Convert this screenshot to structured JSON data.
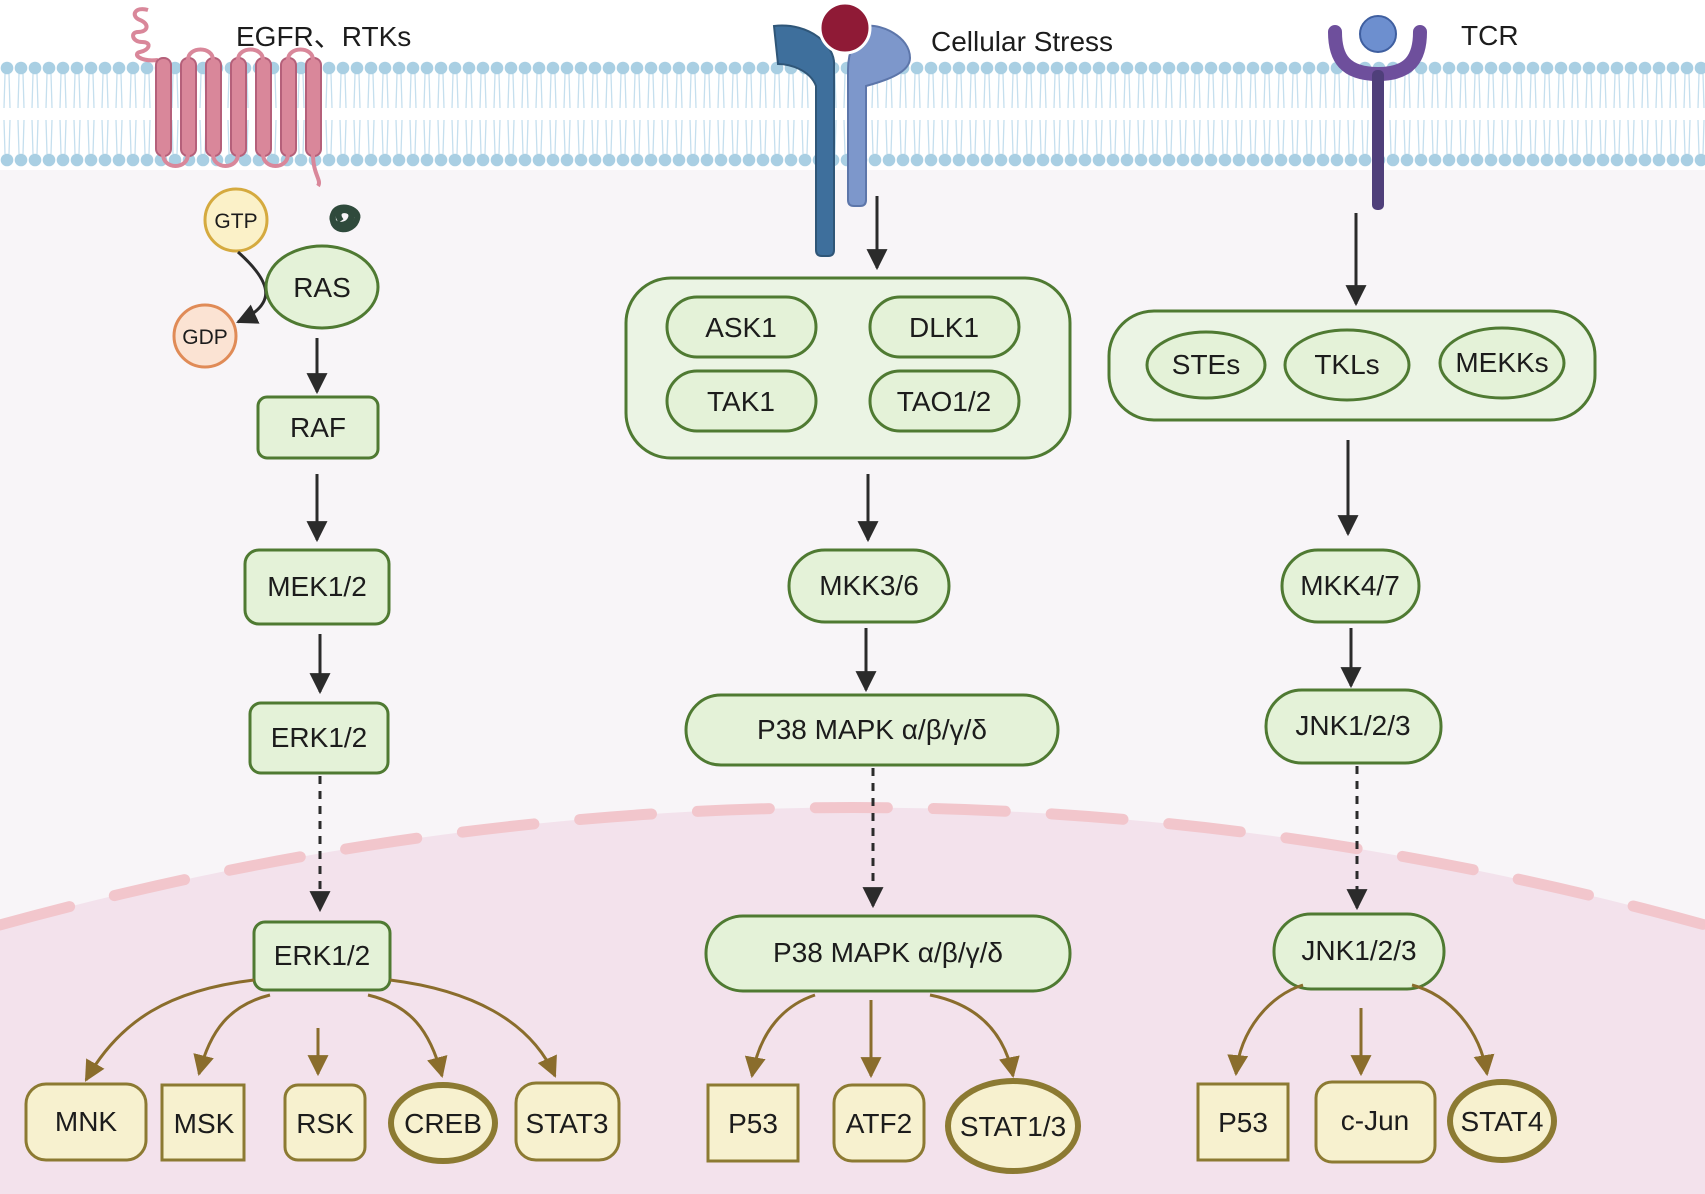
{
  "receptors": {
    "egfr": "EGFR、RTKs",
    "stress": "Cellular Stress",
    "tcr": "TCR"
  },
  "erk_pathway": {
    "gtp": "GTP",
    "gdp": "GDP",
    "ras": "RAS",
    "raf": "RAF",
    "mek": "MEK1/2",
    "erk_cyto": "ERK1/2",
    "erk_nuc": "ERK1/2",
    "targets": [
      "MNK",
      "MSK",
      "RSK",
      "CREB",
      "STAT3"
    ]
  },
  "p38_pathway": {
    "kinases": [
      "ASK1",
      "DLK1",
      "TAK1",
      "TAO1/2"
    ],
    "mkk": "MKK3/6",
    "p38_cyto": "P38 MAPK α/β/γ/δ",
    "p38_nuc": "P38 MAPK α/β/γ/δ",
    "targets": [
      "P53",
      "ATF2",
      "STAT1/3"
    ]
  },
  "jnk_pathway": {
    "kinases": [
      "STEs",
      "TKLs",
      "MEKKs"
    ],
    "mkk": "MKK4/7",
    "jnk_cyto": "JNK1/2/3",
    "jnk_nuc": "JNK1/2/3",
    "targets": [
      "P53",
      "c-Jun",
      "STAT4"
    ]
  },
  "colors": {
    "node_fill": "#e4f2d8",
    "node_stroke": "#4f7a32",
    "target_fill": "#f7f1cf",
    "target_stroke": "#8c7a32",
    "cytoplasm": "#f8f5f8",
    "nucleus": "#f3e2ec",
    "membrane_head": "#a9cfe3",
    "egfr": "#d9879a",
    "stress_receptor": "#4d7fae",
    "ligand": "#8f1a36",
    "tcr": "#6e4f9c",
    "tcr_ligand": "#6d8fcf"
  }
}
